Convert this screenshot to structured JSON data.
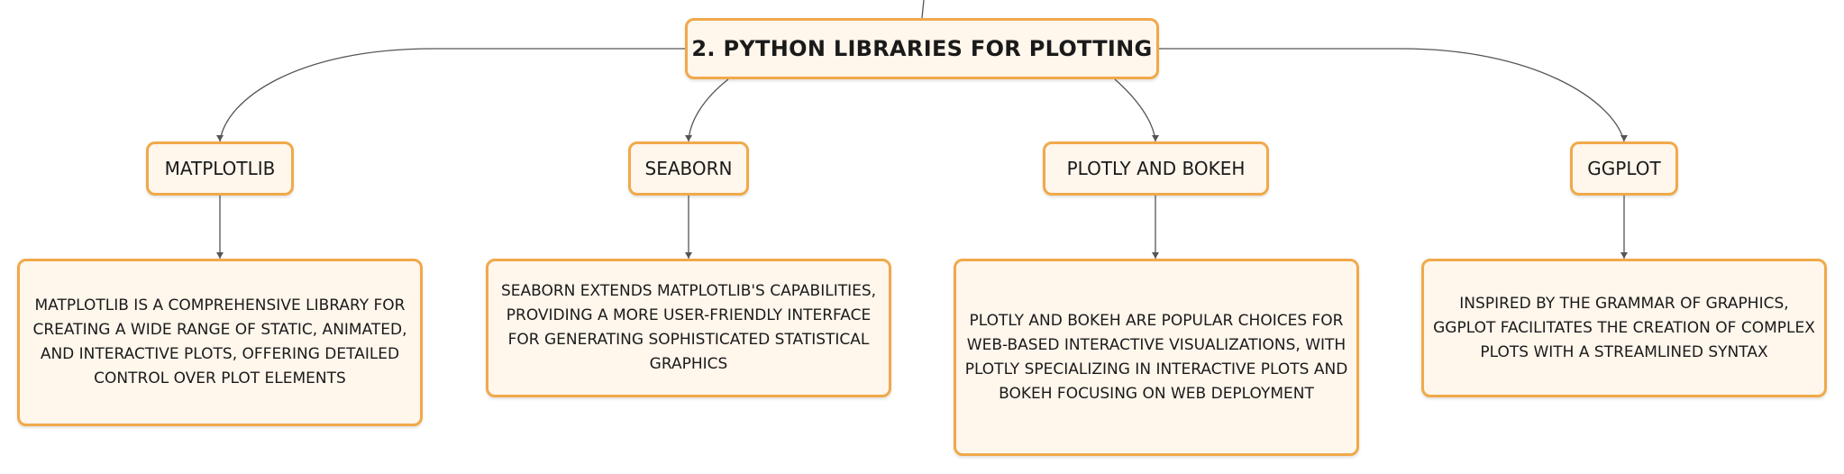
{
  "root": {
    "label": "2. PYTHON LIBRARIES FOR PLOTTING"
  },
  "branches": [
    {
      "label": "MATPLOTLIB",
      "description": "MATPLOTLIB IS A COMPREHENSIVE LIBRARY FOR CREATING A WIDE RANGE OF STATIC, ANIMATED, AND INTERACTIVE PLOTS, OFFERING DETAILED CONTROL OVER PLOT ELEMENTS"
    },
    {
      "label": "SEABORN",
      "description": "SEABORN EXTENDS MATPLOTLIB'S CAPABILITIES, PROVIDING A MORE USER-FRIENDLY INTERFACE FOR GENERATING SOPHISTICATED STATISTICAL GRAPHICS"
    },
    {
      "label": "PLOTLY AND BOKEH",
      "description": "PLOTLY AND BOKEH ARE POPULAR CHOICES FOR WEB-BASED INTERACTIVE VISUALIZATIONS, WITH PLOTLY SPECIALIZING IN INTERACTIVE PLOTS AND BOKEH FOCUSING ON WEB DEPLOYMENT"
    },
    {
      "label": "GGPLOT",
      "description": "INSPIRED BY THE GRAMMAR OF GRAPHICS, GGPLOT FACILITATES THE CREATION OF COMPLEX PLOTS WITH A STREAMLINED SYNTAX"
    }
  ],
  "colors": {
    "node_fill": "#fff6ec",
    "node_border": "#f0a94a",
    "connector": "#555555"
  }
}
